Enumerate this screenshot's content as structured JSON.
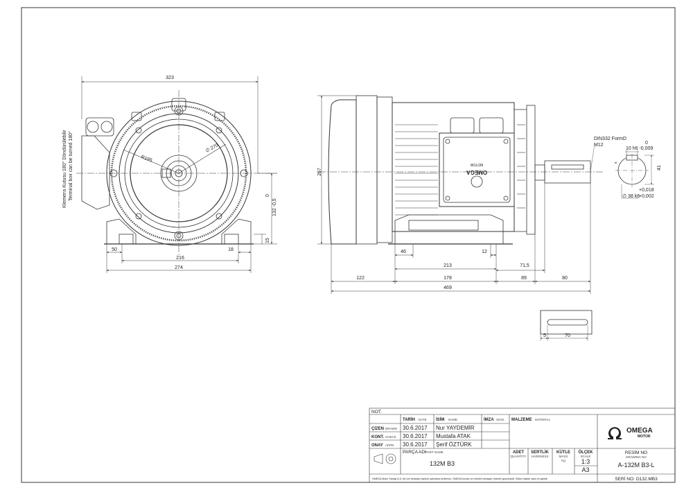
{
  "front_view": {
    "dim_width": "323",
    "dim_radius": "R195",
    "dim_diameter": "∅ 270",
    "dim_shaft_height": "132 -0,5",
    "dim_shaft_height_tol": "0",
    "dim_foot_height": "15",
    "dim_50": "50",
    "dim_18": "18",
    "dim_216": "216",
    "dim_274": "274",
    "terminal_note_tr": "Klemens Kutusu 180° Döndürülebilir",
    "terminal_note_en": "Terminal box can be turned 180°"
  },
  "side_view": {
    "dim_height": "267",
    "dim_46": "46",
    "dim_12": "12",
    "dim_213": "213",
    "dim_71_5": "71,5",
    "dim_122": "122",
    "dim_178": "178",
    "dim_89": "89",
    "dim_80": "80",
    "dim_469": "469",
    "nameplate_logo": "OMEGA",
    "nameplate_sub": "MOTOR"
  },
  "shaft_detail": {
    "standard": "DIN332 FormD",
    "thread": "M12",
    "key_tol_top": "0",
    "key_width": "10 h6 -0,009",
    "dim_41": "41",
    "dim_8": "8",
    "shaft_diameter": "∅ 38 k6",
    "shaft_tol_top": "+0,018",
    "shaft_tol_bottom": "+0,002"
  },
  "key_detail": {
    "dim_5": "5",
    "dim_70": "70"
  },
  "title_block": {
    "not_label": "NOT:",
    "col_date": "TARİH",
    "col_date_en": "DATE",
    "col_name": "İSİM",
    "col_name_en": "NAME",
    "col_sign": "İMZA",
    "col_sign_en": "SIGN.",
    "col_material": "MALZEME",
    "col_material_en": "MATERIAL",
    "rows": [
      {
        "role": "ÇİZEN",
        "role_en": "DRAWN",
        "date": "30.6.2017",
        "name": "Nur YAYDEMİR"
      },
      {
        "role": "KONT.",
        "role_en": "CHECK",
        "date": "30.6.2017",
        "name": "Mustafa ATAK"
      },
      {
        "role": "ONAY",
        "role_en": "APPR.",
        "date": "30.6.2017",
        "name": "Şerif ÖZTÜRK"
      }
    ],
    "part_label": "PARÇA ADI",
    "part_label_en": "PART NAME",
    "part_name": "132M  B3",
    "qty_label": "ADET",
    "qty_label_en": "QUANTITY",
    "hard_label": "SERTLİK",
    "hard_label_en": "HARDNESS",
    "mass_label": "KÜTLE",
    "mass_label_en": "MASS",
    "mass_unit": "Kg",
    "scale_label": "ÖLÇEK",
    "scale_label_en": "SCALE",
    "scale": "1:3",
    "sheet_size": "A3",
    "company": "OMEGA",
    "company_sub": "MOTOR",
    "drawing_no_label": "RESİM NO",
    "drawing_no_label_en": "DRAWING NO",
    "drawing_no": "A-132M B3-L",
    "serial": "SERİ NO: O132.MB3",
    "footer": "OMEGA Motor Sanayi A.Ş.'nin izni olmadan üçüncü şahıslara verilemez. OMEGA imzası ve mühürü olmayan resimler geçersizdir. Bütün hakları saklı ve gizlidir."
  }
}
